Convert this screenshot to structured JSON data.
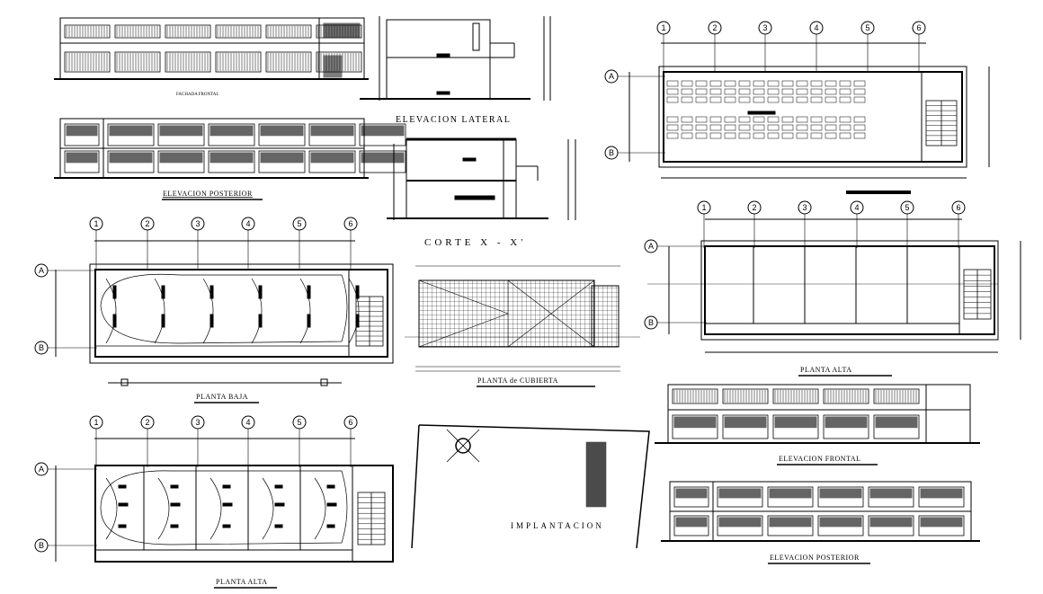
{
  "labels": {
    "fachada_frontal": "FACHADA FRONTAL",
    "elevacion_posterior_top": "ELEVACION POSTERIOR",
    "elevacion_lateral": "ELEVACION LATERAL",
    "corte": "CORTE X - X'",
    "planta_baja": "PLANTA BAJA",
    "planta_cubierta": "PLANTA de CUBIERTA",
    "planta_alta_left": "PLANTA ALTA",
    "planta_alta_right": "PLANTA ALTA",
    "elevacion_frontal": "ELEVACION FRONTAL",
    "elevacion_posterior_bottom": "ELEVACION POSTERIOR",
    "implantacion": "IMPLANTACION"
  },
  "axes": {
    "columns": [
      "1",
      "2",
      "3",
      "4",
      "5",
      "6"
    ],
    "rows": [
      "A",
      "B"
    ]
  },
  "colors": {
    "line": "#000000",
    "background": "#ffffff"
  }
}
